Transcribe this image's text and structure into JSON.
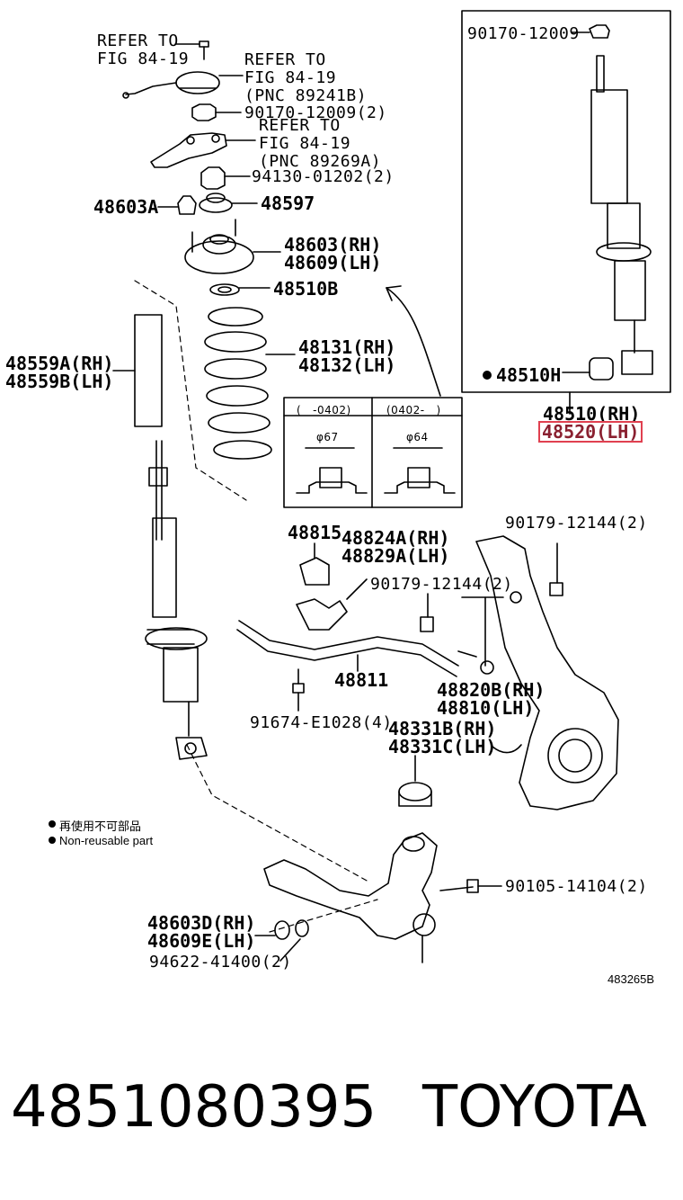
{
  "labels": {
    "refer1": "REFER TO\nFIG 84-19",
    "refer2": "REFER TO\nFIG 84-19\n(PNC 89241B)",
    "p9017012009_2": "90170-12009(2)",
    "refer3": "REFER TO\nFIG 84-19\n(PNC 89269A)",
    "p9413001202": "94130-01202(2)",
    "p48603A": "48603A",
    "p48597": "48597",
    "p48603": "48603(RH)\n48609(LH)",
    "p48510B": "48510B",
    "p48131": "48131(RH)\n48132(LH)",
    "p48559": "48559A(RH)\n48559B(LH)",
    "p48815": "48815",
    "p48824": "48824A(RH)\n48829A(LH)",
    "p9017912144_a": "90179-12144(2)",
    "p9017912144_b": "90179-12144(2)",
    "p48811": "48811",
    "p48820": "48820B(RH)\n48810(LH)",
    "p91674": "91674-E1028(4)",
    "p48331": "48331B(RH)\n48331C(LH)",
    "p9010514104": "90105-14104(2)",
    "p48603D": "48603D(RH)\n48609E(LH)",
    "p9462241400": "94622-41400(2)",
    "inset_9017012009": "90170-12009",
    "inset_48510H": "48510H",
    "p48510": "48510(RH)",
    "p48520": "48520(LH)",
    "table_col1": "(   -0402)",
    "table_col2": "(0402-   )",
    "table_phi1": "φ67",
    "table_phi2": "φ64"
  },
  "legend": {
    "jp": "再使用不可部品",
    "en": "Non-reusable part"
  },
  "diagram_id": "483265B",
  "footer": {
    "part_number": "4851080395",
    "brand": "TOYOTA"
  },
  "colors": {
    "highlight": "#e04050"
  }
}
